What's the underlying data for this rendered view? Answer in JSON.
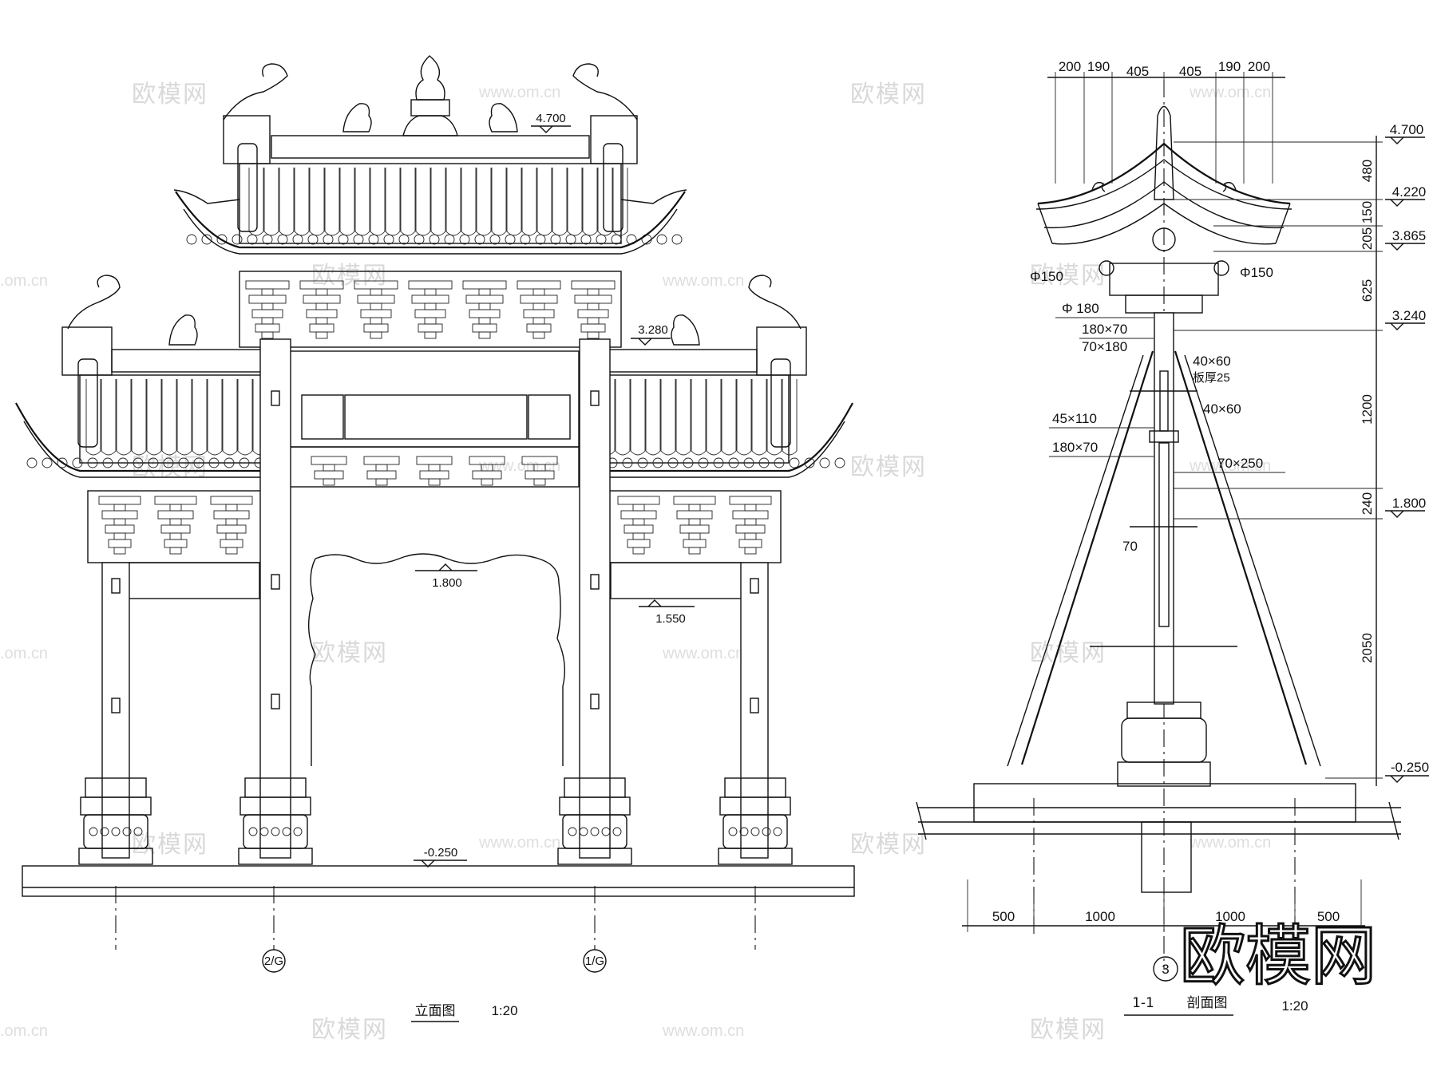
{
  "watermark": {
    "text": "欧模网",
    "url": "www.om.cn",
    "partial_url": ".om.cn"
  },
  "elevation": {
    "caption": "立面图",
    "scale": "1:20",
    "levels": [
      "4.700",
      "3.280",
      "1.800",
      "1.550",
      "-0.250"
    ],
    "axes": [
      "2/G",
      "1/G"
    ]
  },
  "section": {
    "caption_num": "1-1",
    "caption": "剖面图",
    "scale": "1:20",
    "detail_no": "3",
    "top_dims": [
      "200",
      "190",
      "405",
      "405",
      "190",
      "200"
    ],
    "right_dims": [
      "480",
      "150",
      "205",
      "625",
      "1200",
      "240",
      "2050"
    ],
    "levels": [
      "4.700",
      "4.220",
      "3.865",
      "3.240",
      "1.800",
      "-0.250"
    ],
    "labels": {
      "d150_left": "Φ150",
      "d150_right": "Φ150",
      "d180": "Φ 180",
      "m180x70": "180×70",
      "m70x180": "70×180",
      "m40x60a": "40×60",
      "board": "板厚25",
      "m40x60b": "40×60",
      "m45x110": "45×110",
      "m180x70b": "180×70",
      "m70x250": "70×250",
      "m70": "70"
    },
    "bottom_dims": [
      "500",
      "1000",
      "1000",
      "500"
    ]
  },
  "logo": "欧模网"
}
